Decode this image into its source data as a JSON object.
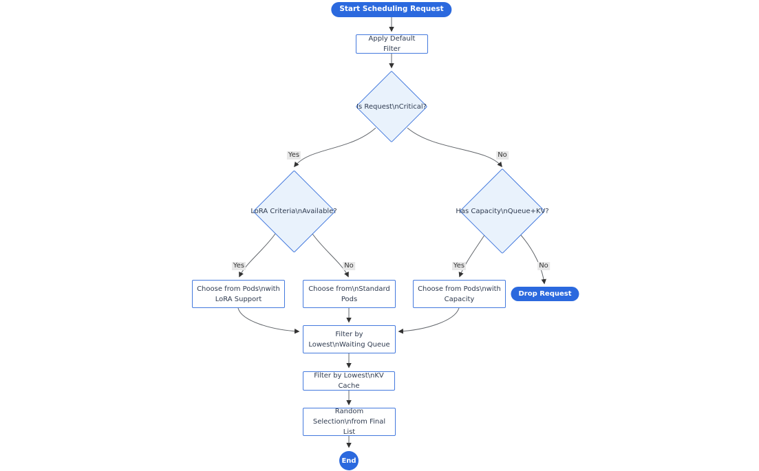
{
  "diagram": {
    "title": "Scheduling Request Flowchart",
    "colors": {
      "accent_blue": "#2b69de",
      "node_border_blue": "#4278dd",
      "decision_fill": "#e9f2fc",
      "node_fill": "#ffffff",
      "edge_line": "#5f6368",
      "edge_label_bg": "#e8e8e8",
      "text": "#2e3a4f"
    },
    "nodes": {
      "start": {
        "label": "Start Scheduling Request",
        "shape": "pill"
      },
      "apply_filter": {
        "label": "Apply Default Filter",
        "shape": "rect"
      },
      "is_critical": {
        "label": "Is Request\\nCritical?",
        "shape": "diamond"
      },
      "lora_criteria": {
        "label": "LoRA Criteria\\nAvailable?",
        "shape": "diamond"
      },
      "has_capacity": {
        "label": "Has Capacity\\nQueue+KV?",
        "shape": "diamond"
      },
      "choose_lora": {
        "label": "Choose from Pods\\nwith LoRA Support",
        "shape": "rect"
      },
      "choose_standard": {
        "label": "Choose from\\nStandard Pods",
        "shape": "rect"
      },
      "choose_capacity": {
        "label": "Choose from Pods\\nwith Capacity",
        "shape": "rect"
      },
      "drop_request": {
        "label": "Drop Request",
        "shape": "pill"
      },
      "filter_waiting": {
        "label": "Filter by Lowest\\nWaiting Queue",
        "shape": "rect"
      },
      "filter_kv": {
        "label": "Filter by Lowest\\nKV Cache",
        "shape": "rect"
      },
      "random_selection": {
        "label": "Random Selection\\nfrom Final List",
        "shape": "rect"
      },
      "end": {
        "label": "End",
        "shape": "circle"
      }
    },
    "edge_labels": {
      "critical_yes": "Yes",
      "critical_no": "No",
      "lora_yes": "Yes",
      "lora_no": "No",
      "capacity_yes": "Yes",
      "capacity_no": "No"
    }
  }
}
